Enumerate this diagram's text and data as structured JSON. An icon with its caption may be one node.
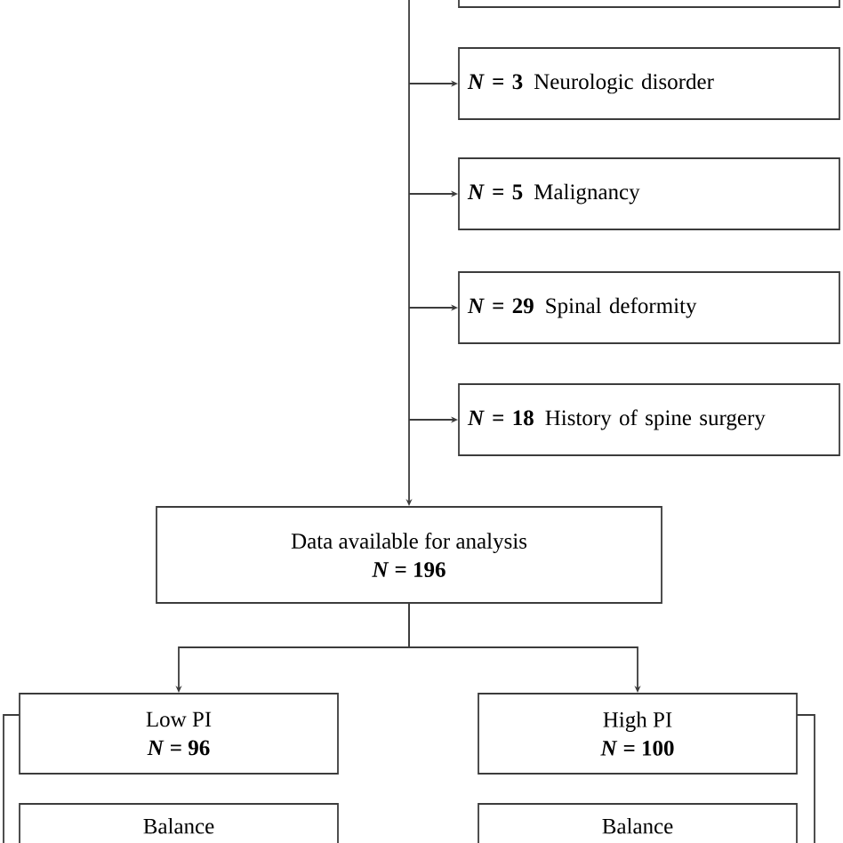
{
  "diagram": {
    "nodes": [
      {
        "text": [],
        "shape": "box"
      },
      {
        "text": [
          "*N* = 3",
          "Neurologic disorder"
        ]
      },
      {
        "text": [
          "*N* = 5",
          "Malignancy"
        ]
      },
      {
        "text": [
          "*N* = 29",
          "Spinal deformity"
        ]
      },
      {
        "text": [
          "*N* = 18",
          "History of spine surgery"
        ]
      },
      {
        "text": [
          "Data available for analysis",
          "*N* = 196"
        ]
      },
      {
        "text": [
          "Low PI",
          "*N* = 96"
        ]
      },
      {
        "text": [
          "High PI",
          "*N* = 100"
        ]
      },
      {
        "text": [
          "Balance"
        ]
      },
      {
        "text": [
          "Balance"
        ]
      }
    ],
    "edges": [
      {
        "from": null,
        "to": 1,
        "arrow": "to"
      },
      {
        "from": null,
        "to": 2,
        "arrow": "to"
      },
      {
        "from": null,
        "to": 3,
        "arrow": "to"
      },
      {
        "from": null,
        "to": 4,
        "arrow": "to"
      },
      {
        "from": null,
        "to": 5,
        "arrow": "to"
      },
      {
        "from": 5,
        "to": 6,
        "arrow": "to"
      },
      {
        "from": 5,
        "to": 7,
        "arrow": "to"
      }
    ]
  }
}
